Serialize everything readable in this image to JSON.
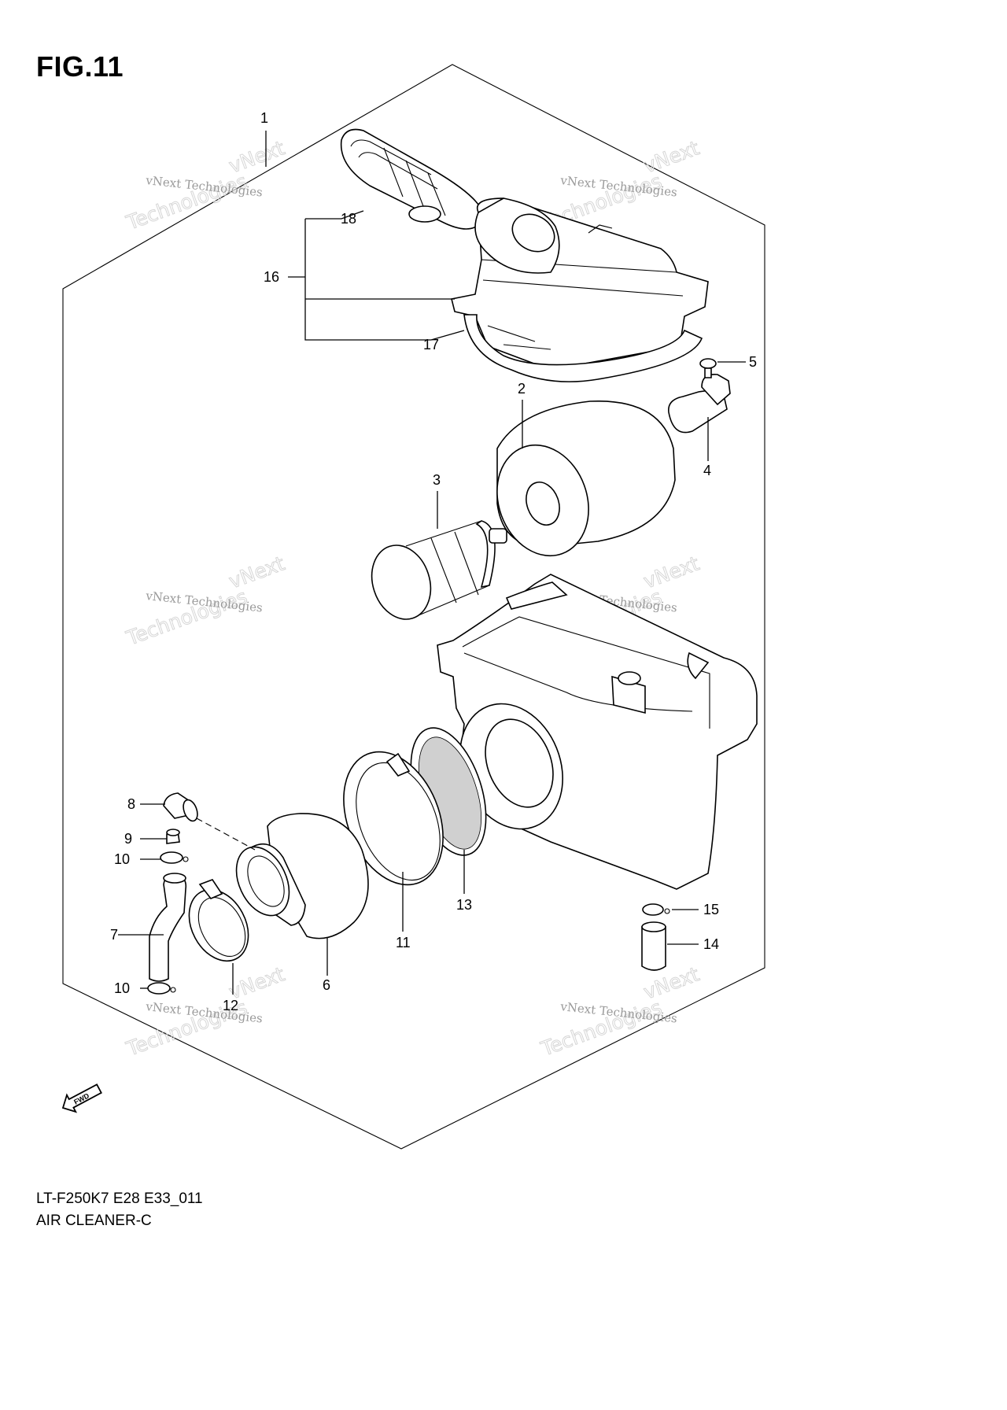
{
  "figure": {
    "title": "FIG.11"
  },
  "callouts": [
    {
      "id": "1",
      "label": "1"
    },
    {
      "id": "2",
      "label": "2"
    },
    {
      "id": "3",
      "label": "3"
    },
    {
      "id": "4",
      "label": "4"
    },
    {
      "id": "5",
      "label": "5"
    },
    {
      "id": "6",
      "label": "6"
    },
    {
      "id": "7",
      "label": "7"
    },
    {
      "id": "8",
      "label": "8"
    },
    {
      "id": "9",
      "label": "9"
    },
    {
      "id": "10a",
      "label": "10"
    },
    {
      "id": "10b",
      "label": "10"
    },
    {
      "id": "11",
      "label": "11"
    },
    {
      "id": "12",
      "label": "12"
    },
    {
      "id": "13",
      "label": "13"
    },
    {
      "id": "14",
      "label": "14"
    },
    {
      "id": "15",
      "label": "15"
    },
    {
      "id": "16",
      "label": "16"
    },
    {
      "id": "17",
      "label": "17"
    },
    {
      "id": "18",
      "label": "18"
    }
  ],
  "watermark": {
    "line": "vNext Technologies",
    "word1": "vNext",
    "word2": "Technologies"
  },
  "fwd_marker": {
    "label": "FWD",
    "icon": "fwd-arrow-icon"
  },
  "footer": {
    "code": "LT-F250K7 E28 E33_011",
    "name": "AIR CLEANER-C"
  }
}
